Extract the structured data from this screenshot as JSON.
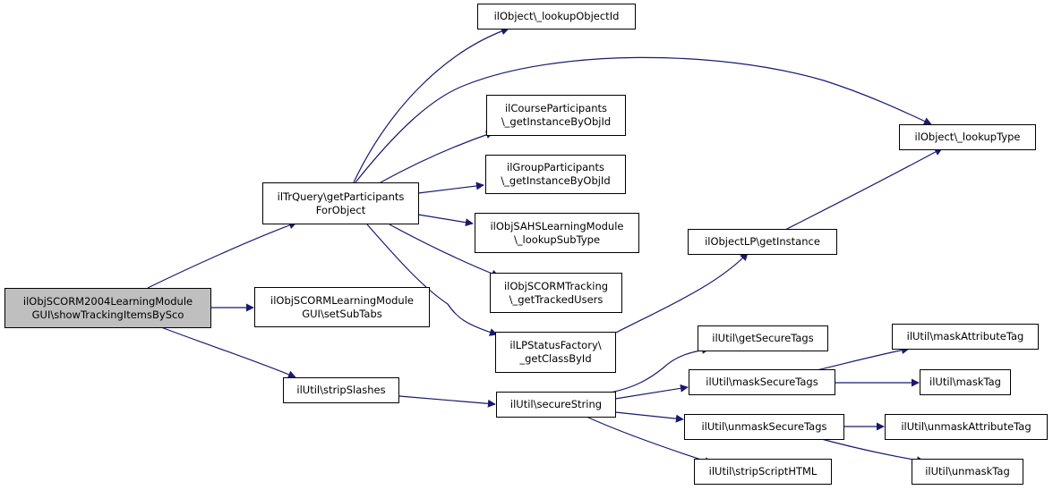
{
  "colors": {
    "edge": "#191970",
    "root_fill": "#bfbfbf",
    "node_fill": "#ffffff",
    "border": "#000000"
  },
  "nodes": {
    "root": "ilObjSCORM2004LearningModule\nGUI\\showTrackingItemsBySco",
    "trquery": "ilTrQuery\\getParticipants\nForObject",
    "scorm_setsubtabs": "ilObjSCORMLearningModule\nGUI\\setSubTabs",
    "util_stripslashes": "ilUtil\\stripSlashes",
    "lookupobjectid": "ilObject\\_lookupObjectId",
    "courseparticipants": "ilCourseParticipants\n\\_getInstanceByObjId",
    "groupparticipants": "ilGroupParticipants\n\\_getInstanceByObjId",
    "sahs_lookupsubtype": "ilObjSAHSLearningModule\n\\_lookupSubType",
    "scormtracking": "ilObjSCORMTracking\n\\_getTrackedUsers",
    "lpstatusfactory": "ilLPStatusFactory\\\n_getClassById",
    "lookuptype": "ilObject\\_lookupType",
    "objectlp": "ilObjectLP\\getInstance",
    "securestring": "ilUtil\\secureString",
    "getsecuretags": "ilUtil\\getSecureTags",
    "masksecuretags": "ilUtil\\maskSecureTags",
    "unmasksecuretags": "ilUtil\\unmaskSecureTags",
    "stripscripthtml": "ilUtil\\stripScriptHTML",
    "maskattributetag": "ilUtil\\maskAttributeTag",
    "masktag": "ilUtil\\maskTag",
    "unmaskattributetag": "ilUtil\\unmaskAttributeTag",
    "unmasktag": "ilUtil\\unmaskTag"
  }
}
